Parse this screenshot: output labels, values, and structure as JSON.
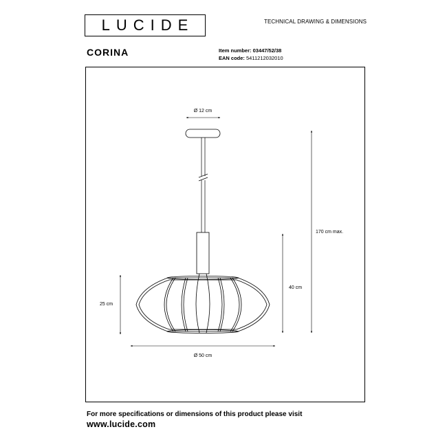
{
  "header": {
    "logo_text": "LUCIDE",
    "doc_type": "TECHNICAL DRAWING & DIMENSIONS"
  },
  "product": {
    "name": "CORINA",
    "item_number_label": "Item number:",
    "item_number": "03447/52/38",
    "ean_label": "EAN code:",
    "ean": "5411212032010"
  },
  "dimensions": {
    "canopy_diameter": "Ø 12 cm",
    "total_height": "170 cm max.",
    "shade_assembly_height": "40 cm",
    "shade_height": "25 cm",
    "shade_diameter": "Ø 50 cm"
  },
  "footer": {
    "line": "For more specifications or dimensions of this product please visit",
    "url": "www.lucide.com"
  },
  "colors": {
    "ink": "#000000",
    "background": "#ffffff"
  }
}
